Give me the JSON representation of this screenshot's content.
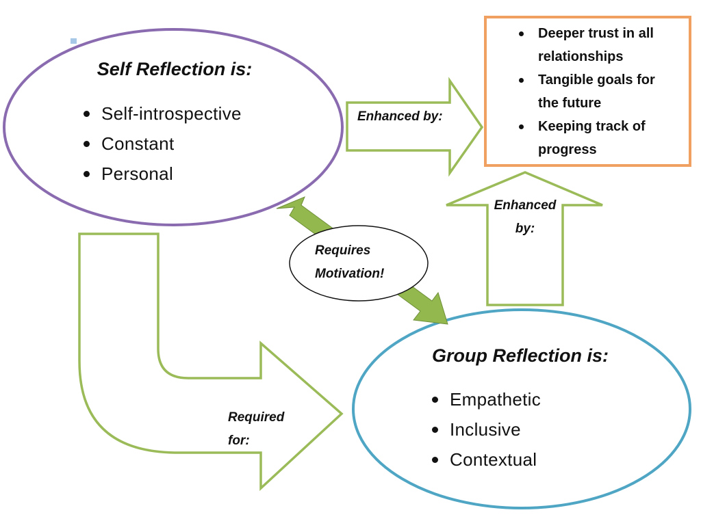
{
  "self_reflection": {
    "title": "Self Reflection is:",
    "items": [
      "Self-introspective",
      "Constant",
      "Personal"
    ]
  },
  "group_reflection": {
    "title": "Group Reflection is:",
    "items": [
      "Empathetic",
      "Inclusive",
      "Contextual"
    ]
  },
  "outcomes_box": {
    "items": [
      "Deeper trust in all relationships",
      "Tangible goals for the future",
      "Keeping track of progress"
    ]
  },
  "arrows": {
    "self_to_outcomes": "Enhanced by:",
    "group_to_outcomes": "Enhanced by:",
    "self_to_group": "Required for:"
  },
  "motivation": {
    "label": "Requires Motivation!"
  },
  "colors": {
    "self_ellipse": "#8a6bb0",
    "group_ellipse": "#4fa6c4",
    "outcomes_border": "#f0a060",
    "arrow_outline": "#9bbb59",
    "arrow_fill": "#93b84e"
  }
}
